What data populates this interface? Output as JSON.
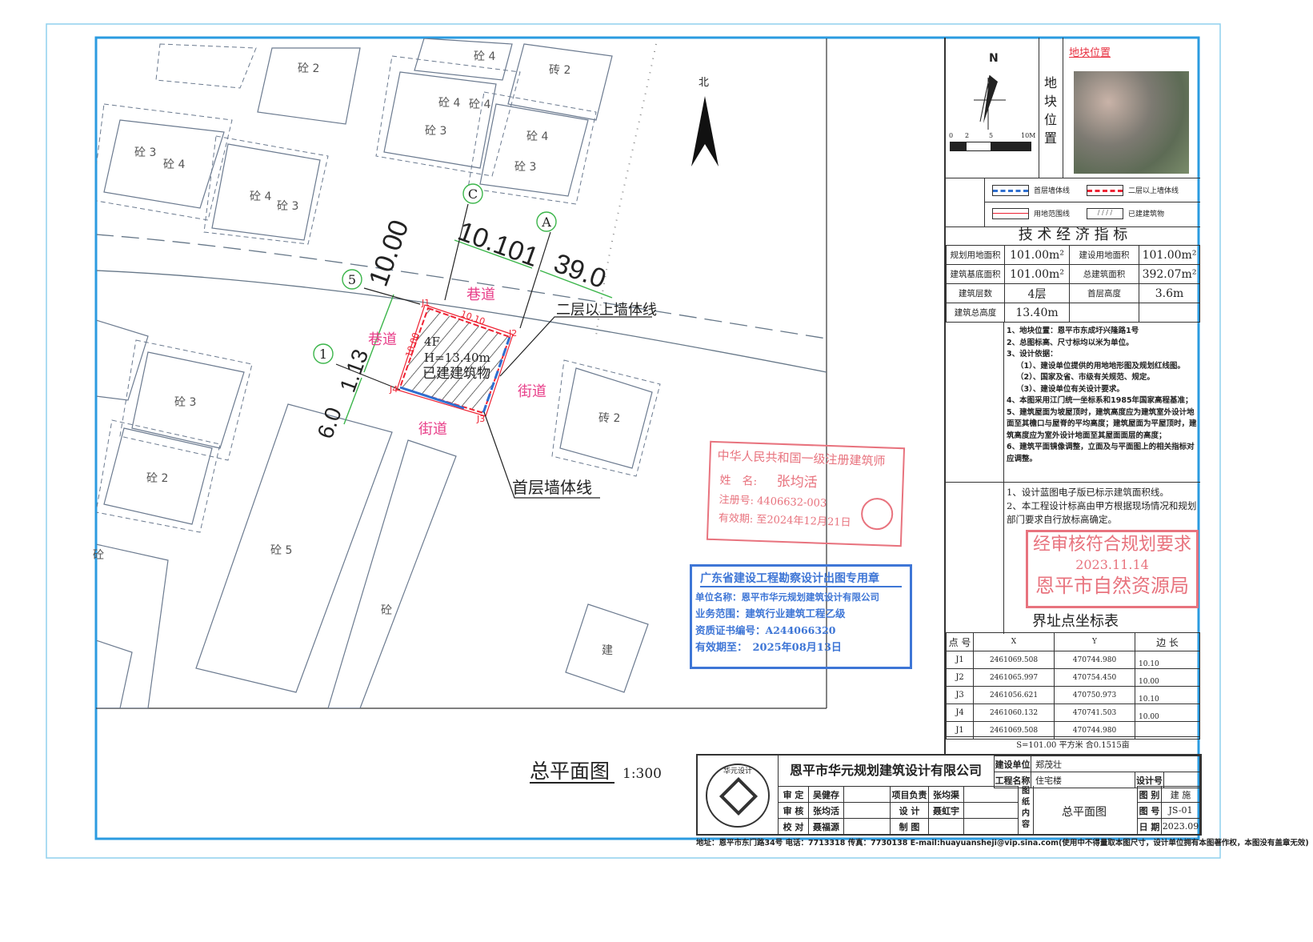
{
  "drawing": {
    "title": "总平面图",
    "scale": "1:300",
    "north_label": "北",
    "neighbor_labels": [
      "砼 2",
      "砼 4",
      "砖 2",
      "砼 3",
      "砼 4",
      "砼 4",
      "砼 4",
      "砼 3",
      "砼 4",
      "砼 3",
      "砼 4",
      "砼 3",
      "砼 3",
      "砼 2",
      "砼 5",
      "砼",
      "砖 2",
      "建",
      "砼"
    ],
    "roads": [
      "巷道",
      "巷道",
      "街道",
      "街道"
    ],
    "leader_labels": {
      "upper_wall": "二层以上墙体线",
      "ground_wall": "首层墙体线"
    },
    "dimensions": {
      "d1": "10.00",
      "d2": "10.101",
      "d3": "39.0",
      "d4": "1.13",
      "d5": "6.0"
    },
    "axis_marks": [
      "C",
      "A",
      "5",
      "1"
    ],
    "site": {
      "points": [
        "J1",
        "J2",
        "J3",
        "J4"
      ],
      "edge_top": "10.10",
      "edge_left": "10.00",
      "floors": "4F",
      "height": "H=13.40m",
      "status": "已建建筑物"
    }
  },
  "panel": {
    "compass_label": "N",
    "scale_bar": [
      "0",
      "2",
      "5",
      "10M"
    ],
    "location_vertical": "地块位置",
    "location_caption": "地块位置",
    "legend": [
      {
        "label": "首层墙体线",
        "color": "#2f6fd0",
        "style": "dashed"
      },
      {
        "label": "二层以上墙体线",
        "color": "#ee2233",
        "style": "dashed"
      },
      {
        "label": "用地范围线",
        "color": "#ee2233",
        "style": "solid"
      },
      {
        "label": "已建建筑物",
        "color": "#555555",
        "style": "hatch"
      }
    ],
    "tech_title": "技 术 经 济 指 标",
    "tech": [
      {
        "k1": "规划用地面积",
        "v1": "101.00m²",
        "k2": "建设用地面积",
        "v2": "101.00m²"
      },
      {
        "k1": "建筑基底面积",
        "v1": "101.00m²",
        "k2": "总建筑面积",
        "v2": "392.07m²"
      },
      {
        "k1": "建筑层数",
        "v1": "4层",
        "k2": "首层高度",
        "v2": "3.6m"
      },
      {
        "k1": "建筑总高度",
        "v1": "13.40m",
        "k2": "",
        "v2": ""
      }
    ],
    "notes": [
      "1、地块位置：恩平市东成圩兴隆路1号",
      "2、总图标高、尺寸标均以米为单位。",
      "3、设计依据：",
      "（1）、建设单位提供的用地地形图及规划红线图。",
      "（2）、国家及省、市级有关规范、规定。",
      "（3）、建设单位有关设计要求。",
      "4、本图采用江门统一坐标系和1985年国家高程基准；",
      "5、建筑屋面为坡屋顶时，建筑高度应为建筑室外设计地面至其檐口与屋脊的平均高度；建筑屋面为平屋顶时，建筑高度应为室外设计地面至其屋面面层的高度；",
      "6、建筑平面镜像调整，立面及与平面图上的相关指标对应调整。"
    ],
    "notes2": [
      "1、设计蓝图电子版已标示建筑面积线。",
      "2、本工程设计标高由甲方根据现场情况和规划部门要求自行放标高确定。"
    ],
    "coord_title": "界址点坐标表",
    "coord_headers": [
      "点 号",
      "X",
      "Y",
      "边 长"
    ],
    "coords": [
      {
        "pt": "J1",
        "x": "2461069.508",
        "y": "470744.980"
      },
      {
        "pt": "J2",
        "x": "2461065.997",
        "y": "470754.450"
      },
      {
        "pt": "J3",
        "x": "2461056.621",
        "y": "470750.973"
      },
      {
        "pt": "J4",
        "x": "2461060.132",
        "y": "470741.503"
      },
      {
        "pt": "J1",
        "x": "2461069.508",
        "y": "470744.980"
      }
    ],
    "edges": [
      "10.10",
      "10.00",
      "10.10",
      "10.00"
    ],
    "area_summary": "S=101.00 平方米 合0.1515亩"
  },
  "stamps": {
    "architect": {
      "title": "中华人民共和国一级注册建筑师",
      "name_k": "姓　名:",
      "name_v": "张均活",
      "reg_k": "注册号:",
      "reg_v": "4406632-003",
      "valid_k": "有效期:",
      "valid_v": "至2024年12月21日"
    },
    "design": {
      "title": "广东省建设工程勘察设计出图专用章",
      "l1": "单位名称：恩平市华元规划建筑设计有限公司",
      "l2": "业务范围：建筑行业建筑工程乙级",
      "l3": "资质证书编号：A244066320",
      "l4": "有效期至：　2025年08月13日"
    },
    "approval": {
      "l1": "经审核符合规划要求",
      "date": "2023.11.14",
      "l2": "恩平市自然资源局"
    }
  },
  "title_block": {
    "company": "恩平市华元规划建筑设计有限公司",
    "logo_text": "华元设计",
    "client_k": "建设单位",
    "client_v": "郑茂壮",
    "project_k": "工程名称",
    "project_v": "住宅楼",
    "roles": [
      {
        "r1": "审 定",
        "n1": "吴健存",
        "r2": "项目负责",
        "n2": "张均渠"
      },
      {
        "r1": "审 核",
        "n1": "张均活",
        "r2": "设 计",
        "n2": "聂虹宇"
      },
      {
        "r1": "校 对",
        "n1": "聂福源",
        "r2": "制 图",
        "n2": ""
      }
    ],
    "content_k": "图纸内容",
    "content_v": "总平面图",
    "design_no_k": "设计号",
    "design_no_v": "",
    "category_k": "图 别",
    "category_v": "建 施",
    "sheet_k": "图 号",
    "sheet_v": "JS-01",
    "date_k": "日 期",
    "date_v": "2023.09"
  },
  "footer": "地址：恩平市东门路34号 电话：7713318 传真：7730138 E-mail:huayuansheji@vip.sina.com(使用中不得量取本图尺寸，设计单位拥有本图著作权，本图没有盖章无效)"
}
